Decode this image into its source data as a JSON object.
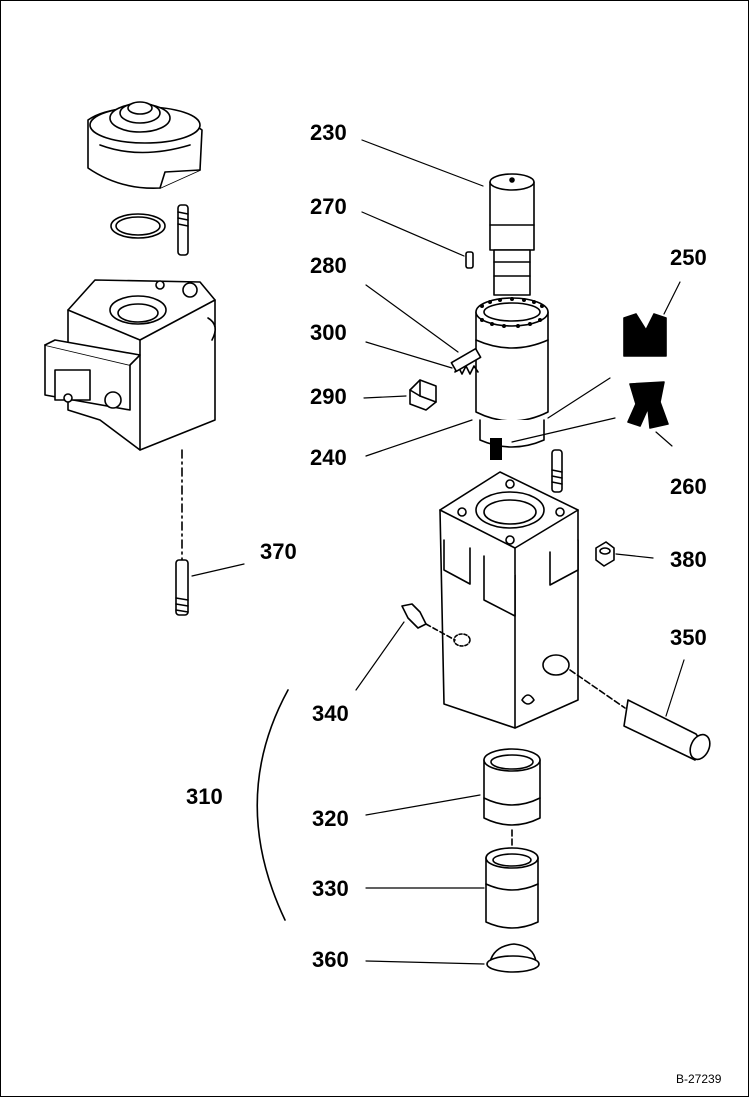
{
  "diagram": {
    "callouts": [
      {
        "id": "230",
        "text": "230"
      },
      {
        "id": "270",
        "text": "270"
      },
      {
        "id": "280",
        "text": "280"
      },
      {
        "id": "300",
        "text": "300"
      },
      {
        "id": "290",
        "text": "290"
      },
      {
        "id": "240",
        "text": "240"
      },
      {
        "id": "250",
        "text": "250"
      },
      {
        "id": "260",
        "text": "260"
      },
      {
        "id": "370",
        "text": "370"
      },
      {
        "id": "380",
        "text": "380"
      },
      {
        "id": "340",
        "text": "340"
      },
      {
        "id": "350",
        "text": "350"
      },
      {
        "id": "310",
        "text": "310"
      },
      {
        "id": "320",
        "text": "320"
      },
      {
        "id": "330",
        "text": "330"
      },
      {
        "id": "360",
        "text": "360"
      }
    ],
    "reference": "B-27239"
  },
  "colors": {
    "ink": "#000000",
    "background": "#ffffff",
    "part_fill": "#ffffff"
  }
}
